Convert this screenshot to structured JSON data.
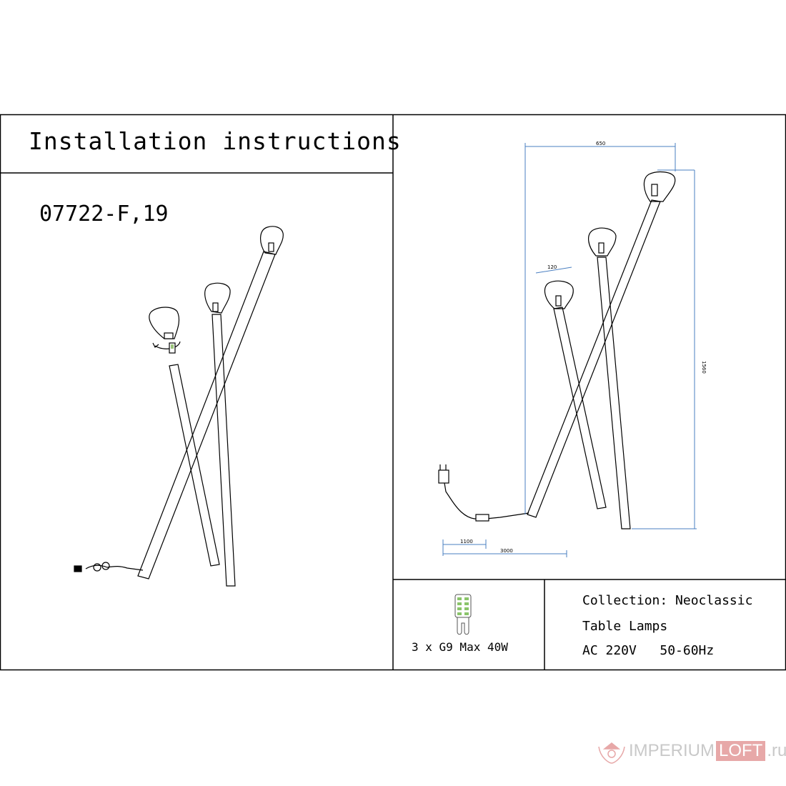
{
  "header": {
    "title": "Installation instructions"
  },
  "model": {
    "code": "07722-F,19"
  },
  "dimensions": {
    "width": "650",
    "height": "1560",
    "shade": "120",
    "switch_cable": "1100",
    "cable": "3000"
  },
  "bulb": {
    "label": "3 x G9 Max 40W"
  },
  "specs": {
    "collection": "Collection: Neoclassic",
    "category": "Table Lamps",
    "voltage": "AC 220V",
    "frequency": "50-60Hz"
  },
  "watermark": {
    "part1": "IMPERIUM",
    "part2": "LOFT",
    "part3": ".ru"
  },
  "colors": {
    "dimension_line": "#4a7fc1",
    "line": "#000000",
    "watermark": "#e7a8a8"
  }
}
